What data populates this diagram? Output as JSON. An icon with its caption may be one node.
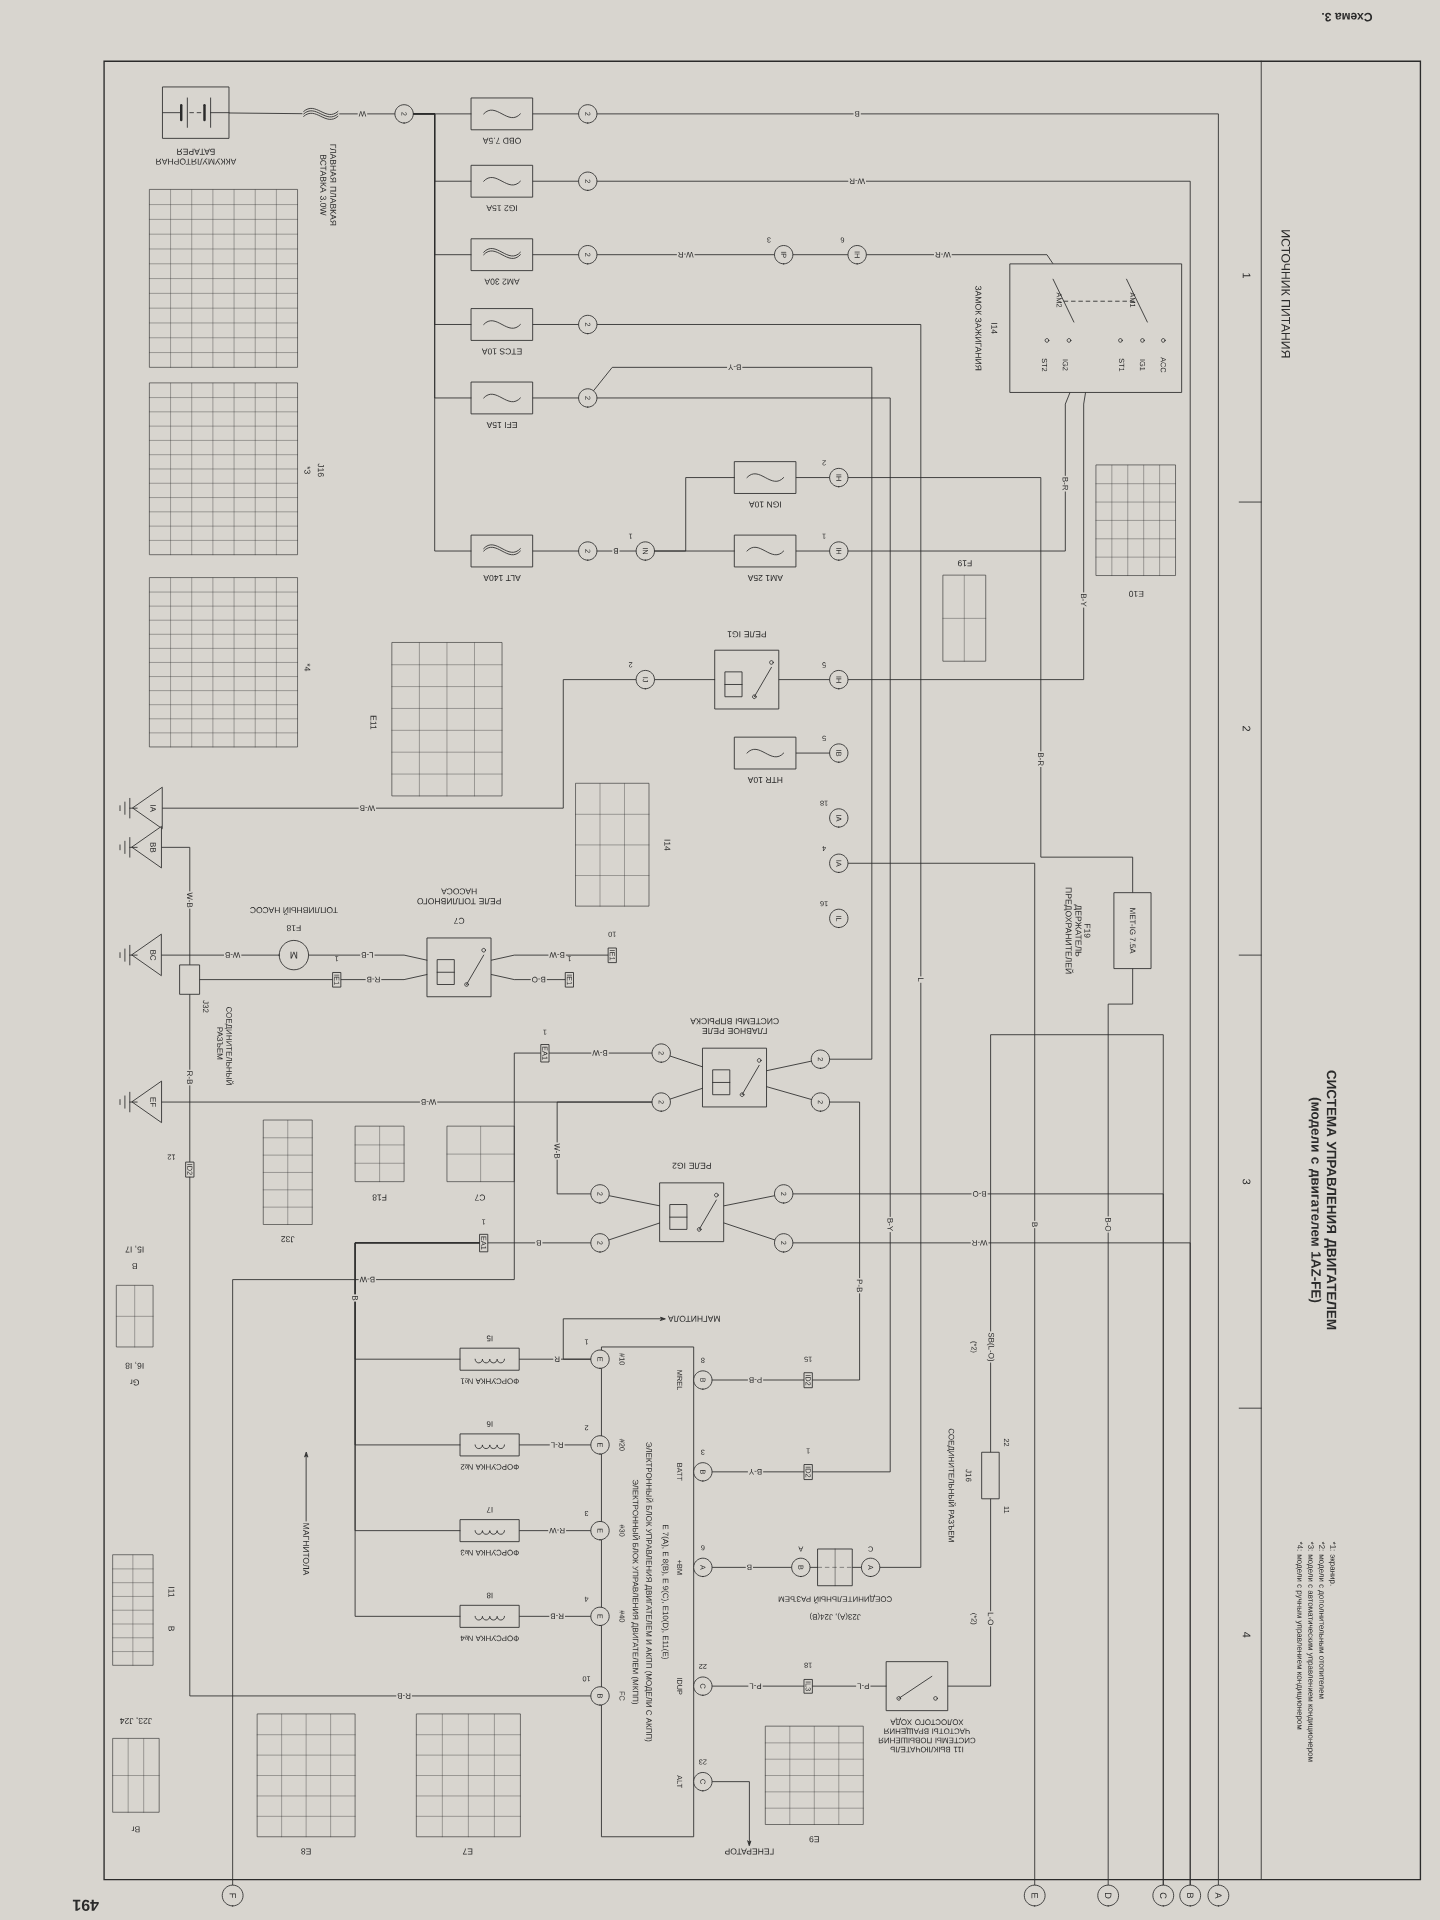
{
  "diagram": {
    "title": "СИСТЕМА УПРАВЛЕНИЯ ДВИГАТЕЛЕМ (модели с двигателем 1AZ-FE)",
    "nodes": [
      {
        "text": [
          "АККУМУЛЯТОРНАЯ БАТАРЕЯ"
        ]
      },
      {
        "text": [
          "ГЛАВНАЯ ПЛАВКАЯ ВСТАВКА 3.0W"
        ]
      },
      {
        "text": [
          "2"
        ]
      },
      {
        "text": [
          "OBD 7.5A"
        ]
      },
      {
        "text": [
          "IG2 15A"
        ]
      },
      {
        "text": [
          "AM2 30A"
        ]
      },
      {
        "text": [
          "ETCS 10A"
        ]
      },
      {
        "text": [
          "EFI 15A"
        ]
      },
      {
        "text": [
          "ALT 140A"
        ]
      },
      {
        "text": [
          "2"
        ]
      },
      {
        "text": [
          "2"
        ]
      },
      {
        "text": [
          "2"
        ]
      },
      {
        "text": [
          "2"
        ]
      },
      {
        "text": [
          "2"
        ]
      },
      {
        "text": [
          "2"
        ]
      },
      {
        "text": [
          "IP"
        ],
        "beside": [
          "3"
        ]
      },
      {
        "text": [
          "IH"
        ],
        "beside": [
          "6"
        ]
      },
      {
        "text": [
          "I14",
          "ЗАМОК ЗАЖИГАНИЯ"
        ]
      },
      {
        "text": [
          "IN"
        ],
        "beside": [
          "1"
        ]
      },
      {
        "text": [
          "IGN 10A"
        ]
      },
      {
        "text": [
          "AM1 25A"
        ]
      },
      {
        "text": [
          "IH"
        ],
        "beside": [
          "2"
        ]
      },
      {
        "text": [
          "IH"
        ],
        "beside": [
          "1"
        ]
      },
      {
        "text": [
          "РЕЛЕ IG1"
        ]
      },
      {
        "text": [
          "IH"
        ],
        "beside": [
          "5"
        ]
      },
      {
        "text": [
          "IJ"
        ],
        "beside": [
          "2"
        ]
      },
      {
        "text": [
          "HTR 10A"
        ]
      },
      {
        "text": [
          "IB"
        ],
        "beside": [
          "5"
        ]
      },
      {
        "text": [
          "IA"
        ],
        "beside": [
          "18"
        ]
      },
      {
        "text": [
          "IA"
        ],
        "beside": [
          "4"
        ]
      },
      {
        "text": [
          "IL"
        ],
        "beside": [
          "16"
        ]
      },
      {
        "text": [
          "MET-IG 7.5A"
        ],
        "beside": [
          "F19",
          "ДЕРЖАТЕЛЬ ПРЕДОХРАНИТЕЛЕЙ"
        ]
      },
      {
        "text": [
          "IA"
        ]
      },
      {
        "text": [
          "BB"
        ]
      },
      {
        "text": [
          "BC"
        ]
      },
      {
        "text": [
          "EF"
        ]
      },
      {
        "text": [
          "C7",
          "РЕЛЕ ТОПЛИВНОГО НАСОСА"
        ]
      },
      {
        "text": [
          "M"
        ],
        "beside": [
          "F18",
          "ТОПЛИВНЫЙ НАСОС"
        ]
      },
      {
        "text": [
          "IE1"
        ],
        "beside": [
          "1"
        ]
      },
      {
        "text": [
          "IE1"
        ],
        "beside": [
          "1"
        ]
      },
      {
        "text": [
          "IE1"
        ],
        "beside": [
          "10"
        ]
      },
      {
        "text": [],
        "shape": "box",
        "beside": [
          "J32",
          "СОЕДИНИТЕЛЬНЫЙ РАЗЪЕМ"
        ]
      },
      {
        "text": [
          "ГЛАВНОЕ РЕЛЕ СИСТЕМЫ ВПРЫСКА"
        ]
      },
      {
        "text": [
          "2"
        ]
      },
      {
        "text": [
          "2"
        ]
      },
      {
        "text": [
          "2"
        ]
      },
      {
        "text": [
          "2"
        ]
      },
      {
        "text": [
          "EA1"
        ],
        "beside": [
          "1"
        ]
      },
      {
        "text": [
          "РЕЛЕ IG2"
        ]
      },
      {
        "text": [
          "2"
        ]
      },
      {
        "text": [
          "2"
        ]
      },
      {
        "text": [
          "2"
        ]
      },
      {
        "text": [
          "2"
        ]
      },
      {
        "text": [
          "EA1"
        ],
        "beside": [
          "1"
        ]
      },
      {
        "text": [
          "ID2"
        ],
        "beside": [
          "12"
        ]
      },
      {
        "text": [
          "ЭЛЕКТРОННЫЙ БЛОК УПРАВЛЕНИЯ ДВИГАТЕЛЕМ И АКПП (МОДЕЛИ С АКПП)",
          "ЭЛЕКТРОННЫЙ БЛОК УПРАВЛЕНИЯ ДВИГАТЕЛЕМ (МКПП)",
          "E 7(A), E 8(B), E 9(C), E10(D), E11(E)"
        ]
      },
      {
        "text": [
          "B"
        ],
        "beside": [
          "8"
        ]
      },
      {
        "text": [
          "B"
        ],
        "beside": [
          "3"
        ]
      },
      {
        "text": [
          "A"
        ],
        "beside": [
          "6"
        ]
      },
      {
        "text": [
          "C"
        ],
        "beside": [
          "22"
        ]
      },
      {
        "text": [
          "C"
        ],
        "beside": [
          "23"
        ]
      },
      {
        "text": [
          "E"
        ],
        "beside": [
          "1"
        ]
      },
      {
        "text": [
          "E"
        ],
        "beside": [
          "2"
        ]
      },
      {
        "text": [
          "E"
        ],
        "beside": [
          "3"
        ]
      },
      {
        "text": [
          "E"
        ],
        "beside": [
          "4"
        ]
      },
      {
        "text": [
          "B"
        ],
        "beside": [
          "10"
        ]
      },
      {
        "text": [
          "ID2"
        ],
        "beside": [
          "15"
        ]
      },
      {
        "text": [
          "ID2"
        ],
        "beside": [
          "1"
        ]
      },
      {
        "text": [],
        "shape": "box",
        "beside": [
          "СОЕДИНИТЕЛЬНЫЙ РАЗЪЕМ",
          "J23(A), J24(B)"
        ]
      },
      {
        "text": [
          "B"
        ],
        "beside": [
          "A"
        ]
      },
      {
        "text": [
          "A"
        ],
        "beside": [
          "C"
        ]
      },
      {
        "text": [],
        "shape": "box",
        "beside": [
          "22",
          "11",
          "J16",
          "СОЕДИНИТЕЛЬНЫЙ РАЗЪЕМ"
        ]
      },
      {
        "text": [
          "I11 ВЫКЛЮЧАТЕЛЬ СИСТЕМЫ ПОВЫШЕНИЯ ЧАСТОТЫ ВРАЩЕНИЯ ХОЛОСТОГО ХОДА"
        ]
      },
      {
        "text": [
          "IL3"
        ],
        "beside": [
          "18"
        ]
      },
      {
        "text": [
          "ГЕНЕРАТОР"
        ]
      },
      {
        "text": [
          "I5",
          "ФОРСУНКА №1"
        ]
      },
      {
        "text": [
          "I6",
          "ФОРСУНКА №2"
        ]
      },
      {
        "text": [
          "I7",
          "ФОРСУНКА №3"
        ]
      },
      {
        "text": [
          "I8",
          "ФОРСУНКА №4"
        ]
      },
      {
        "text": [
          "МАГНИТОЛА"
        ]
      },
      {
        "text": [
          "МАГНИТОЛА"
        ]
      },
      {
        "text": [
          "A"
        ]
      },
      {
        "text": [
          "B"
        ]
      },
      {
        "text": [
          "C"
        ]
      },
      {
        "text": [
          "D"
        ]
      },
      {
        "text": [
          "E"
        ]
      },
      {
        "text": [
          "F"
        ]
      }
    ],
    "edges": [
      {
        "from": 0,
        "to": 1,
        "arrow": "none"
      },
      {
        "from": 1,
        "to": 2,
        "arrow": "none",
        "label": "W"
      },
      {
        "from": 2,
        "to": 3,
        "arrow": "none"
      },
      {
        "from": 2,
        "to": 4,
        "arrow": "none"
      },
      {
        "from": 2,
        "to": 5,
        "arrow": "none"
      },
      {
        "from": 2,
        "to": 6,
        "arrow": "none"
      },
      {
        "from": 2,
        "to": 7,
        "arrow": "none"
      },
      {
        "from": 2,
        "to": 8,
        "arrow": "none"
      },
      {
        "from": 3,
        "to": 9,
        "arrow": "none"
      },
      {
        "from": 4,
        "to": 10,
        "arrow": "none"
      },
      {
        "from": 5,
        "to": 11,
        "arrow": "none"
      },
      {
        "from": 6,
        "to": 12,
        "arrow": "none"
      },
      {
        "from": 7,
        "to": 13,
        "arrow": "none"
      },
      {
        "from": 8,
        "to": 14,
        "arrow": "none"
      },
      {
        "from": 9,
        "to": 81,
        "arrow": "none",
        "label": "B"
      },
      {
        "from": 10,
        "to": 82,
        "arrow": "none",
        "label": "W-R"
      },
      {
        "from": 11,
        "to": 15,
        "arrow": "none",
        "label": "W-R"
      },
      {
        "from": 15,
        "to": 16,
        "arrow": "none"
      },
      {
        "from": 16,
        "to": 17,
        "arrow": "none",
        "label": "W-R"
      },
      {
        "from": 12,
        "to": 70,
        "arrow": "none",
        "label": "L"
      },
      {
        "from": 13,
        "to": 67,
        "arrow": "none",
        "label": "B-Y"
      },
      {
        "from": 13,
        "to": 45,
        "arrow": "none",
        "label": "B-Y"
      },
      {
        "from": 14,
        "to": 18,
        "arrow": "none",
        "label": "B"
      },
      {
        "from": 18,
        "to": 20,
        "arrow": "none"
      },
      {
        "from": 18,
        "to": 19,
        "arrow": "none"
      },
      {
        "from": 19,
        "to": 21,
        "arrow": "none"
      },
      {
        "from": 20,
        "to": 22,
        "arrow": "none"
      },
      {
        "from": 21,
        "to": 31,
        "arrow": "none",
        "label": "B-R"
      },
      {
        "from": 22,
        "to": 17,
        "arrow": "none",
        "label": "B-R"
      },
      {
        "from": 23,
        "to": 24,
        "arrow": "none"
      },
      {
        "from": 24,
        "to": 17,
        "arrow": "none",
        "label": "B-Y"
      },
      {
        "from": 25,
        "to": 23,
        "arrow": "none"
      },
      {
        "from": 25,
        "to": 32,
        "arrow": "none",
        "label": "W-B"
      },
      {
        "from": 26,
        "to": 27,
        "arrow": "none"
      },
      {
        "from": 31,
        "to": 84,
        "arrow": "none",
        "label": "B-O"
      },
      {
        "from": 36,
        "to": 37,
        "arrow": "none",
        "label": "L-B"
      },
      {
        "from": 37,
        "to": 34,
        "arrow": "none",
        "label": "W-B"
      },
      {
        "from": 36,
        "to": 38,
        "arrow": "none",
        "label": "R-B"
      },
      {
        "from": 36,
        "to": 39,
        "arrow": "none",
        "label": "B-O"
      },
      {
        "from": 36,
        "to": 40,
        "arrow": "none",
        "label": "B-W"
      },
      {
        "from": 38,
        "to": 41,
        "arrow": "none"
      },
      {
        "from": 41,
        "to": 33,
        "arrow": "none",
        "label": "W-B"
      },
      {
        "from": 42,
        "to": 43,
        "arrow": "none"
      },
      {
        "from": 42,
        "to": 44,
        "arrow": "none"
      },
      {
        "from": 42,
        "to": 45,
        "arrow": "none"
      },
      {
        "from": 42,
        "to": 46,
        "arrow": "none"
      },
      {
        "from": 43,
        "to": 47,
        "arrow": "none",
        "label": "B-W"
      },
      {
        "from": 44,
        "to": 35,
        "arrow": "none",
        "label": "W-B"
      },
      {
        "from": 46,
        "to": 66,
        "arrow": "none",
        "label": "P-B"
      },
      {
        "from": 48,
        "to": 49,
        "arrow": "none"
      },
      {
        "from": 48,
        "to": 50,
        "arrow": "none"
      },
      {
        "from": 48,
        "to": 51,
        "arrow": "none"
      },
      {
        "from": 48,
        "to": 52,
        "arrow": "none"
      },
      {
        "from": 49,
        "to": 44,
        "arrow": "none",
        "label": "W-B"
      },
      {
        "from": 50,
        "to": 53,
        "arrow": "none",
        "label": "B"
      },
      {
        "from": 51,
        "to": 83,
        "arrow": "none",
        "label": "B-O"
      },
      {
        "from": 52,
        "to": 82,
        "arrow": "none",
        "label": "W-R"
      },
      {
        "from": 53,
        "to": 75,
        "arrow": "none",
        "label": "B"
      },
      {
        "from": 53,
        "to": 76,
        "arrow": "none"
      },
      {
        "from": 53,
        "to": 77,
        "arrow": "none"
      },
      {
        "from": 53,
        "to": 78,
        "arrow": "none"
      },
      {
        "from": 75,
        "to": 61,
        "arrow": "none",
        "label": "R"
      },
      {
        "from": 76,
        "to": 62,
        "arrow": "none",
        "label": "R-L"
      },
      {
        "from": 77,
        "to": 63,
        "arrow": "none",
        "label": "R-W"
      },
      {
        "from": 78,
        "to": 64,
        "arrow": "none",
        "label": "R-B"
      },
      {
        "from": 61,
        "to": 79,
        "arrow": "to"
      },
      {
        "from": 80,
        "to": null,
        "arrow": "to"
      },
      {
        "from": 65,
        "to": 54,
        "arrow": "none",
        "label": "R-B"
      },
      {
        "from": 54,
        "to": 41,
        "arrow": "none",
        "label": "R-B"
      },
      {
        "from": 47,
        "to": 86,
        "arrow": "none",
        "label": "B-W"
      },
      {
        "from": 56,
        "to": 66,
        "arrow": "none",
        "label": "P-B"
      },
      {
        "from": 57,
        "to": 67,
        "arrow": "none",
        "label": "B-Y"
      },
      {
        "from": 58,
        "to": 69,
        "arrow": "none",
        "label": "B"
      },
      {
        "from": 69,
        "to": 68,
        "arrow": "none"
      },
      {
        "from": 68,
        "to": 70,
        "arrow": "none"
      },
      {
        "from": 71,
        "to": 72,
        "arrow": "none",
        "label": "L-O"
      },
      {
        "from": 71,
        "to": 83,
        "arrow": "none",
        "label": "SB(L-O)"
      },
      {
        "from": 72,
        "to": 73,
        "arrow": "none",
        "label": "P-L"
      },
      {
        "from": 73,
        "to": 59,
        "arrow": "none",
        "label": "P-L"
      },
      {
        "from": 60,
        "to": 74,
        "arrow": "to"
      },
      {
        "from": 29,
        "to": 85,
        "arrow": "none",
        "label": "B"
      }
    ],
    "labels": [
      "Схема 3.",
      "491",
      "ИСТОЧНИК ПИТАНИЯ",
      "1",
      "2",
      "3",
      "4",
      "*1: экранир.",
      "*2: модели с дополнительным отопителем",
      "*3: модели с автоматическим управлением кондиционером",
      "*4: модели с ручным управлением кондиционером",
      "AM1",
      "AM2",
      "ACC",
      "IG1",
      "ST1",
      "IG2",
      "ST2",
      "E10",
      "F19",
      "E11",
      "I14",
      "J16",
      "*3",
      "*4",
      "C7",
      "F18",
      "J32",
      "I5, I7",
      "B",
      "I6, I8",
      "Gr",
      "I11",
      "B",
      "J23, J24",
      "Br",
      "E8",
      "E7",
      "E9",
      "(*2)",
      "(*2)",
      "MREL",
      "BATT",
      "+BM",
      "IDUP",
      "ALT",
      "#10",
      "#20",
      "#30",
      "#40",
      "FC"
    ]
  }
}
